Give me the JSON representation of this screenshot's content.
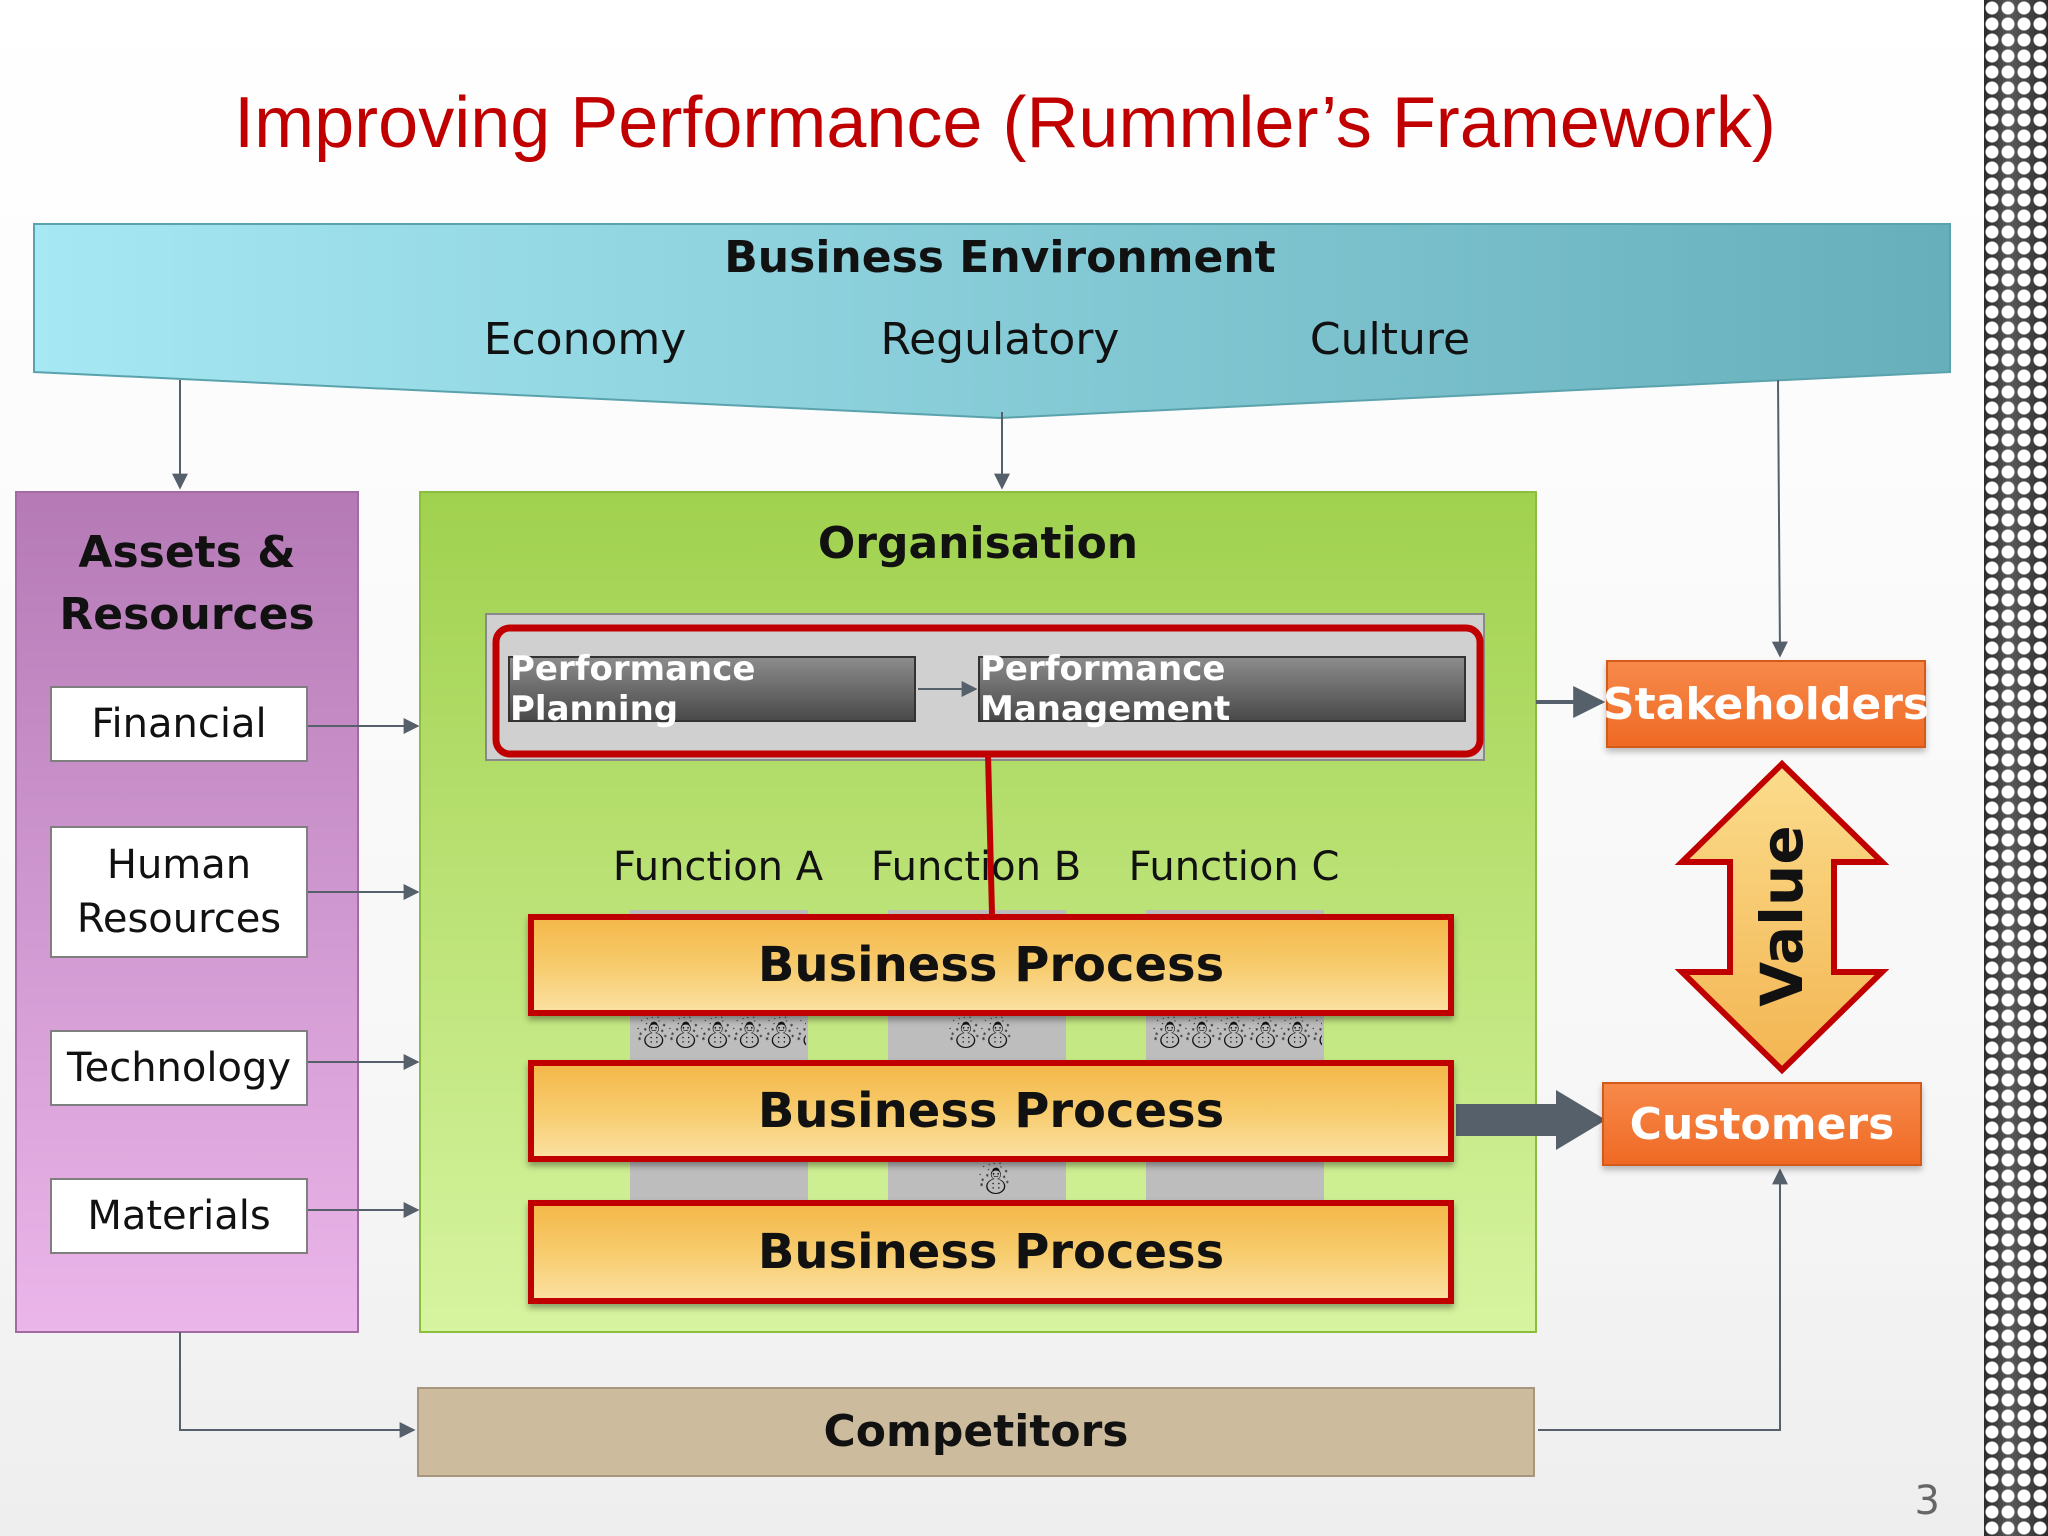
{
  "title": "Improving Performance (Rummler’s Framework)",
  "environment": {
    "title": "Business Environment",
    "factors": [
      "Economy",
      "Regulatory",
      "Culture"
    ]
  },
  "assets": {
    "title_line1": "Assets &",
    "title_line2": "Resources",
    "items": [
      "Financial",
      "Human Resources",
      "Technology",
      "Materials"
    ],
    "human_line1": "Human",
    "human_line2": "Resources"
  },
  "organisation": {
    "title": "Organisation",
    "planning": "Performance Planning",
    "management": "Performance Management",
    "functions": [
      "Function A",
      "Function B",
      "Function C"
    ],
    "processes": [
      "Business Process",
      "Business Process",
      "Business Process"
    ]
  },
  "stakeholders": "Stakeholders",
  "value": "Value",
  "customers": "Customers",
  "competitors": "Competitors",
  "page_number": "3",
  "colors": {
    "title": "#c00000",
    "highlight": "#c00000",
    "orange": "#ef6a24",
    "env_teal": "#6fb7c4",
    "assets_purple": "#c98cc9",
    "org_green": "#a8d85a",
    "competitors_tan": "#cdbb9e"
  },
  "icons": [
    "people-icon"
  ]
}
